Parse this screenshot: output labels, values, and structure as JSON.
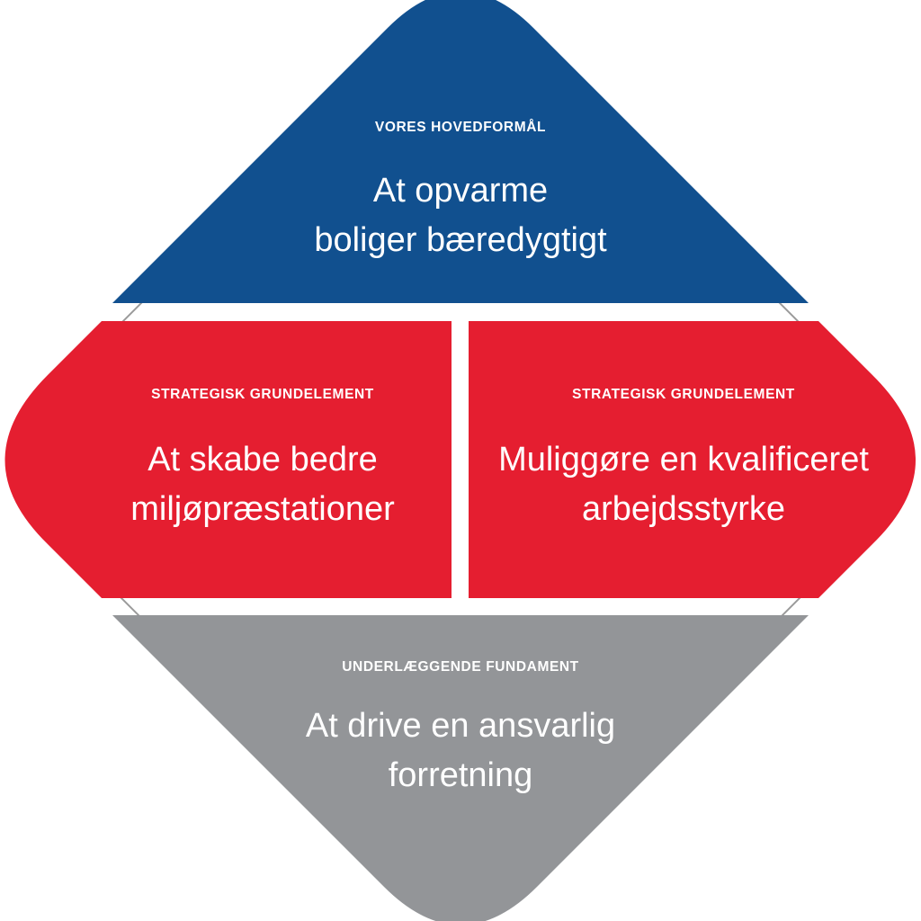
{
  "diagram": {
    "colors": {
      "top": "#11508F",
      "middle": "#E51E30",
      "bottom": "#939598",
      "outline": "#9A9A9A",
      "text": "#FFFFFF"
    },
    "top": {
      "eyebrow": "VORES HOVEDFORMÅL",
      "statement": [
        "At opvarme",
        "boliger bæredygtigt"
      ]
    },
    "middle_left": {
      "eyebrow": "STRATEGISK GRUNDELEMENT",
      "statement": [
        "At skabe bedre",
        "miljøpræstationer"
      ]
    },
    "middle_right": {
      "eyebrow": "STRATEGISK GRUNDELEMENT",
      "statement": [
        "Muliggøre en kvalificeret",
        "arbejdsstyrke"
      ]
    },
    "bottom": {
      "eyebrow": "UNDERLÆGGENDE FUNDAMENT",
      "statement": [
        "At drive en ansvarlig",
        "forretning"
      ]
    }
  }
}
